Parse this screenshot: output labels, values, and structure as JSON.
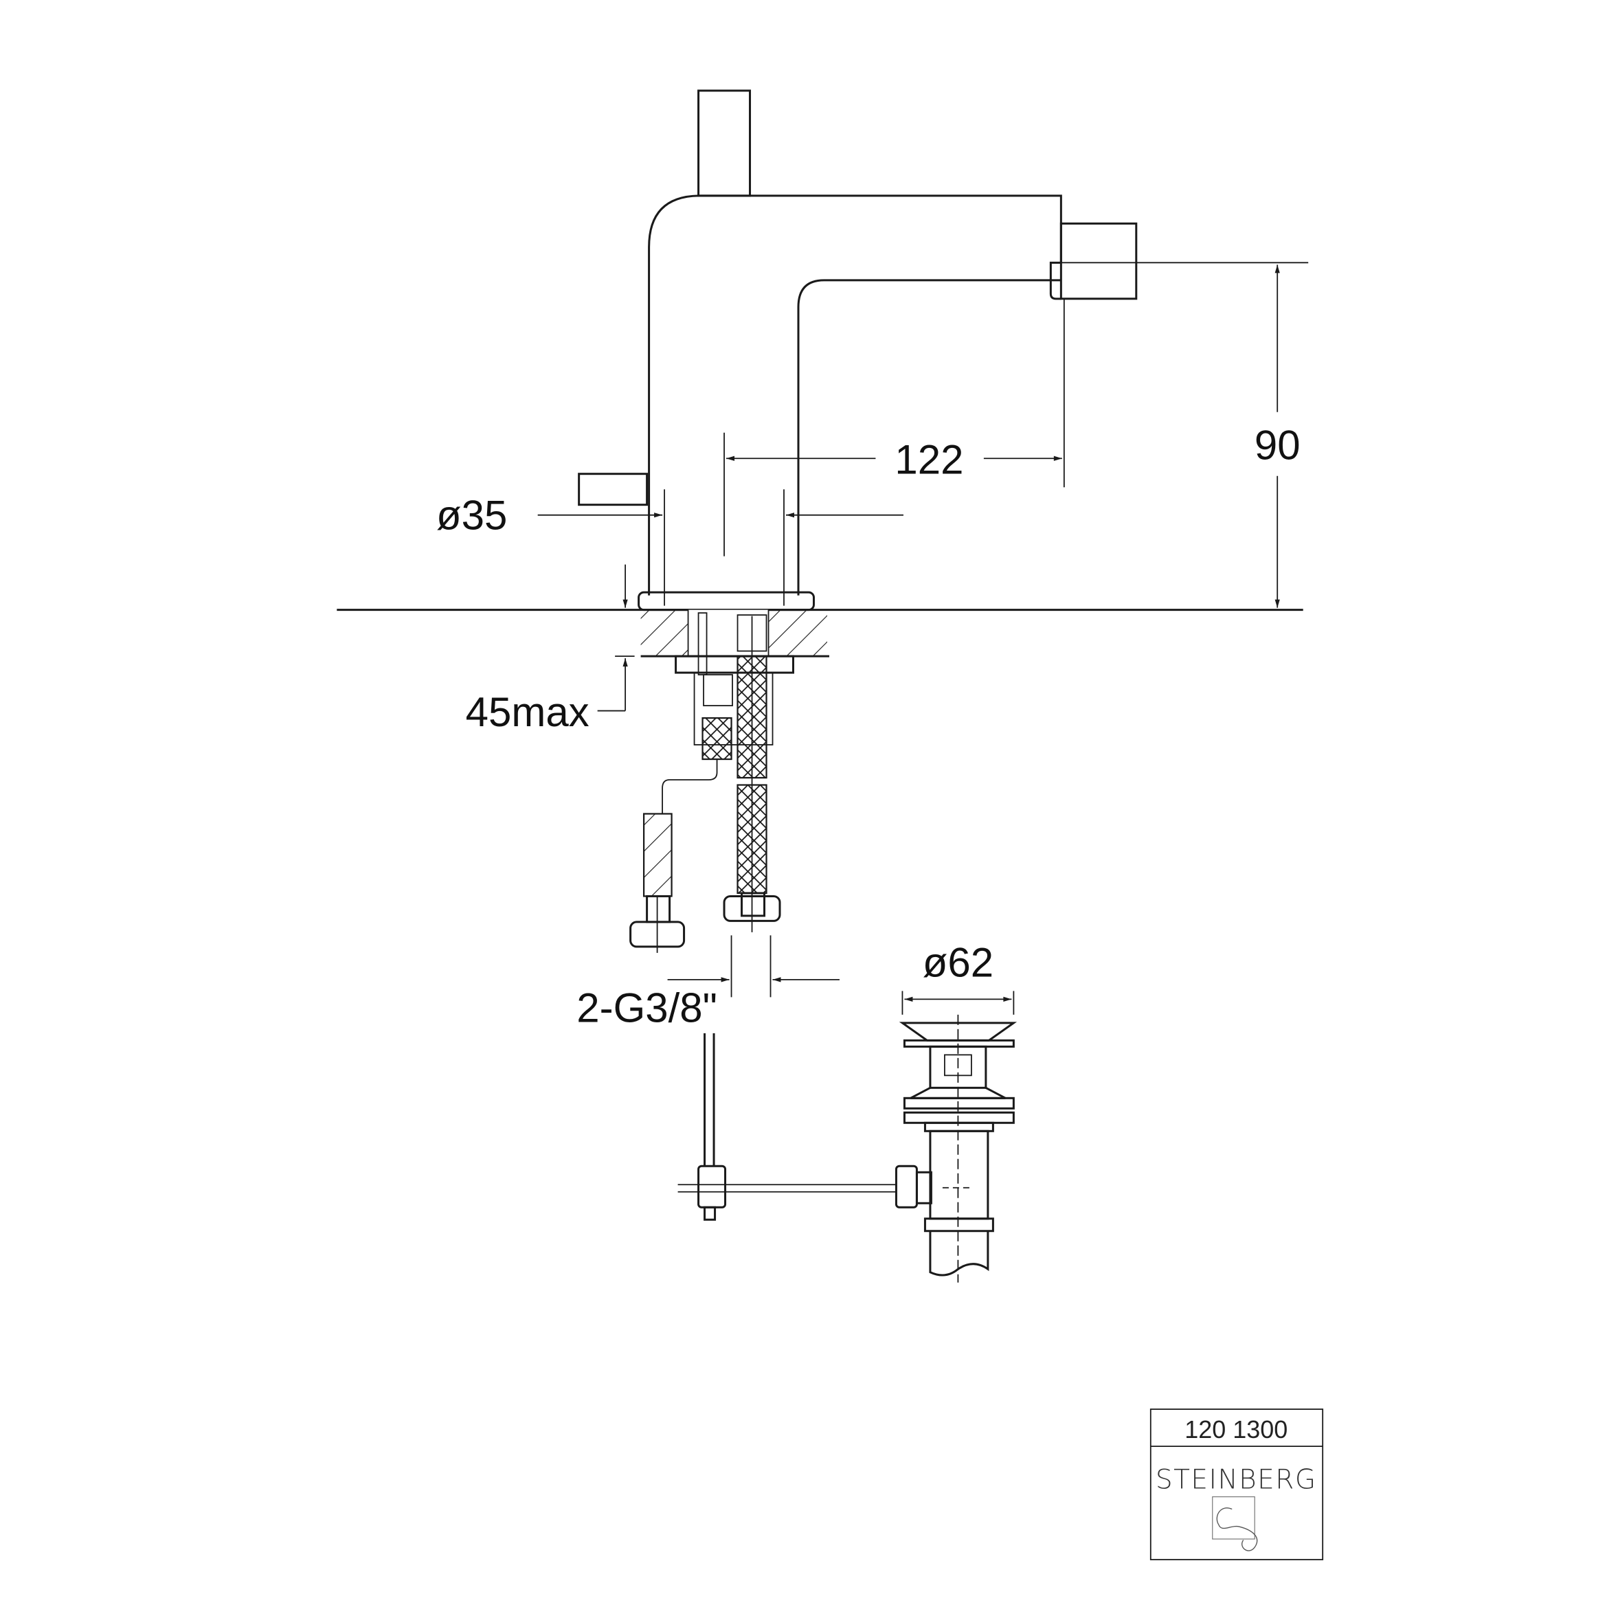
{
  "dimensions": {
    "diameter_body": "ø35",
    "spout_reach": "122",
    "height": "90",
    "deck_thickness": "45max",
    "connections": "2-G3/8\"",
    "drain_diameter": "ø62"
  },
  "title_block": {
    "product_number": "120 1300",
    "brand": "STEINBERG"
  },
  "colors": {
    "line": "#1a1a1a",
    "background": "#ffffff"
  }
}
